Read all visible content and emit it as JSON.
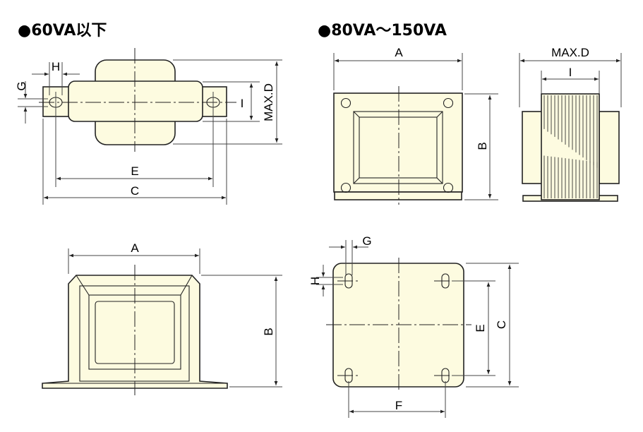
{
  "sections": [
    {
      "title": "●60VA以下"
    },
    {
      "title": "●80VA～150VA"
    }
  ],
  "top_left": {
    "H": "H",
    "G": "G",
    "I": "I",
    "maxd": "MAX.D",
    "E": "E",
    "C": "C"
  },
  "top_front": {
    "A": "A",
    "B": "B"
  },
  "top_side": {
    "maxd": "MAX.D",
    "I": "I"
  },
  "bottom_left": {
    "A": "A",
    "B": "B"
  },
  "bottom_right": {
    "G": "G",
    "H": "H",
    "E": "E",
    "C": "C",
    "F": "F"
  },
  "colors": {
    "body_fill": "#fdfbe0",
    "line": "#222222"
  }
}
